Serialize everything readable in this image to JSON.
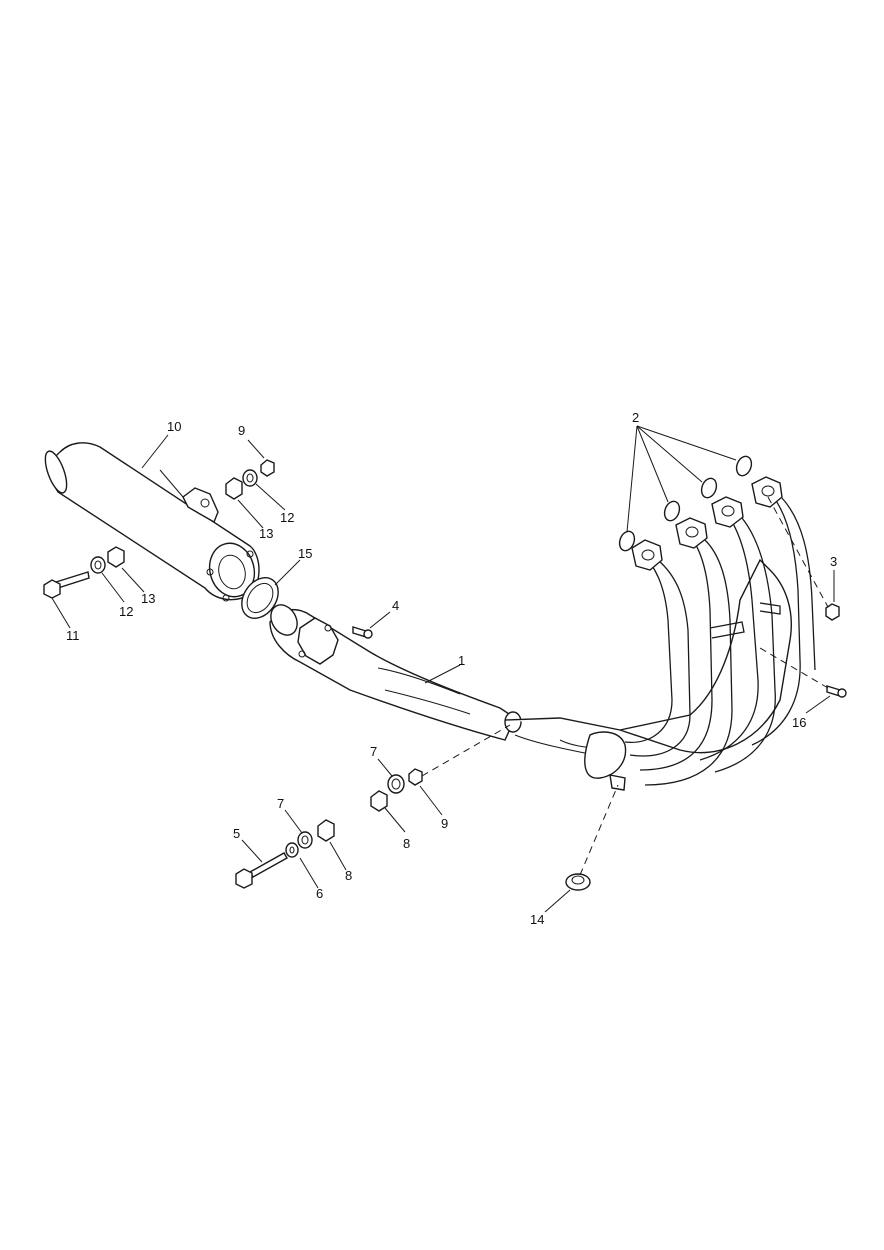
{
  "callouts": {
    "c1": "1",
    "c2": "2",
    "c3": "3",
    "c4": "4",
    "c5": "5",
    "c6": "6",
    "c7a": "7",
    "c7b": "7",
    "c8a": "8",
    "c8b": "8",
    "c9a": "9",
    "c9b": "9",
    "c10": "10",
    "c11": "11",
    "c12a": "12",
    "c12b": "12",
    "c13a": "13",
    "c13b": "13",
    "c14": "14",
    "c15": "15",
    "c16": "16"
  },
  "colors": {
    "ink": "#1a1a1a",
    "background": "#ffffff"
  }
}
